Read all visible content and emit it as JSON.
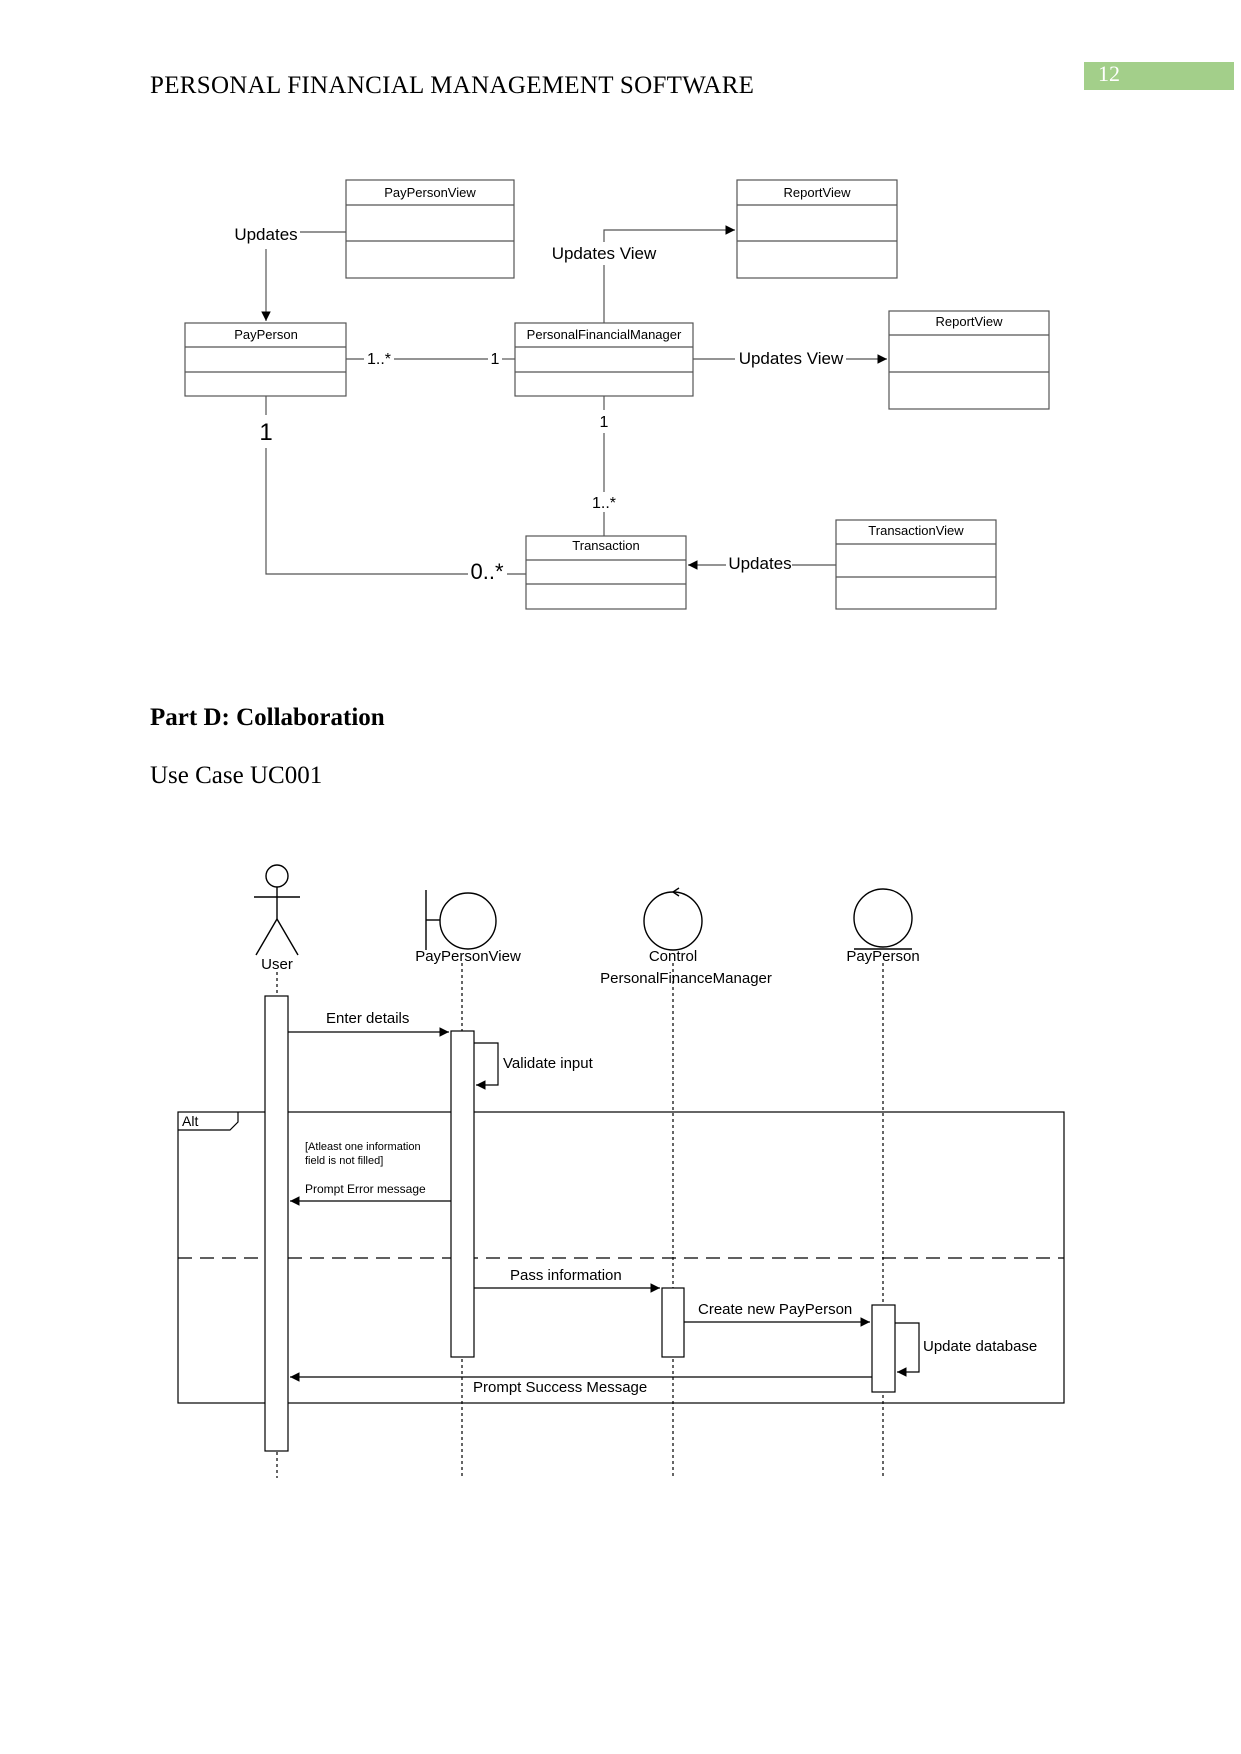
{
  "header": {
    "title": "PERSONAL FINANCIAL MANAGEMENT SOFTWARE",
    "page_number": "12",
    "page_number_bg": "#a3cf8a"
  },
  "class_diagram": {
    "classes": {
      "pay_person_view": "PayPersonView",
      "report_view_top": "ReportView",
      "pay_person": "PayPerson",
      "pfm": "PersonalFinancialManager",
      "report_view_right": "ReportView",
      "transaction": "Transaction",
      "transaction_view": "TransactionView"
    },
    "labels": {
      "updates_paypersonview": "Updates",
      "updates_view_top": "Updates View",
      "updates_view_right": "Updates View",
      "updates_transaction": "Updates",
      "mult_payperson_pfm": "1..*",
      "mult_pfm_payperson": "1",
      "mult_pfm_transaction": "1",
      "mult_transaction_pfm": "1..*",
      "mult_payperson_transaction": "1",
      "mult_transaction_payperson": "0..*"
    }
  },
  "section": {
    "heading": "Part D: Collaboration",
    "subheading": "Use Case UC001"
  },
  "sequence_diagram": {
    "lifelines": {
      "user": "User",
      "pay_person_view": "PayPersonView",
      "control_line1": "Control",
      "control_line2": "PersonalFinanceManager",
      "pay_person": "PayPerson"
    },
    "messages": {
      "enter_details": "Enter details",
      "validate_input": "Validate input",
      "guard_line1": "[Atleast one information",
      "guard_line2": "field is not filled]",
      "prompt_error": "Prompt Error message",
      "pass_information": "Pass information",
      "create_new": "Create new PayPerson",
      "update_database": "Update database",
      "prompt_success": "Prompt Success Message"
    },
    "fragment_label": "Alt"
  }
}
